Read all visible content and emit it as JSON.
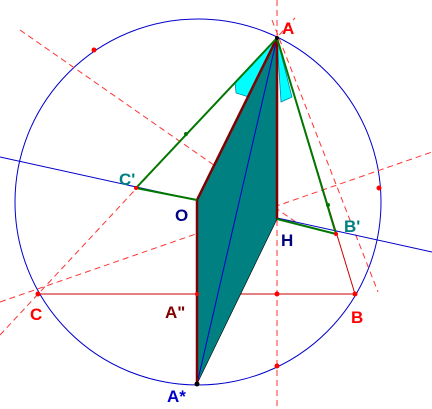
{
  "labels": {
    "A": "A",
    "B": "B",
    "C": "C",
    "O": "O",
    "H": "H",
    "C_prime": "C'",
    "B_prime": "B'",
    "A_double_prime": "A\"",
    "A_star": "A*"
  },
  "colors": {
    "background": "#ffffff",
    "circle": "#0000cc",
    "triangle_sides": "#cc0000",
    "dashed_lines": "#ff3333",
    "cevians_green": "#007700",
    "parallelogram_fill": "#008080",
    "parallelogram_edge": "#800000",
    "angle_marks": "#00ffff",
    "label_red": "#ff0000",
    "label_navy": "#000080",
    "label_teal": "#008080",
    "label_maroon": "#800000"
  }
}
